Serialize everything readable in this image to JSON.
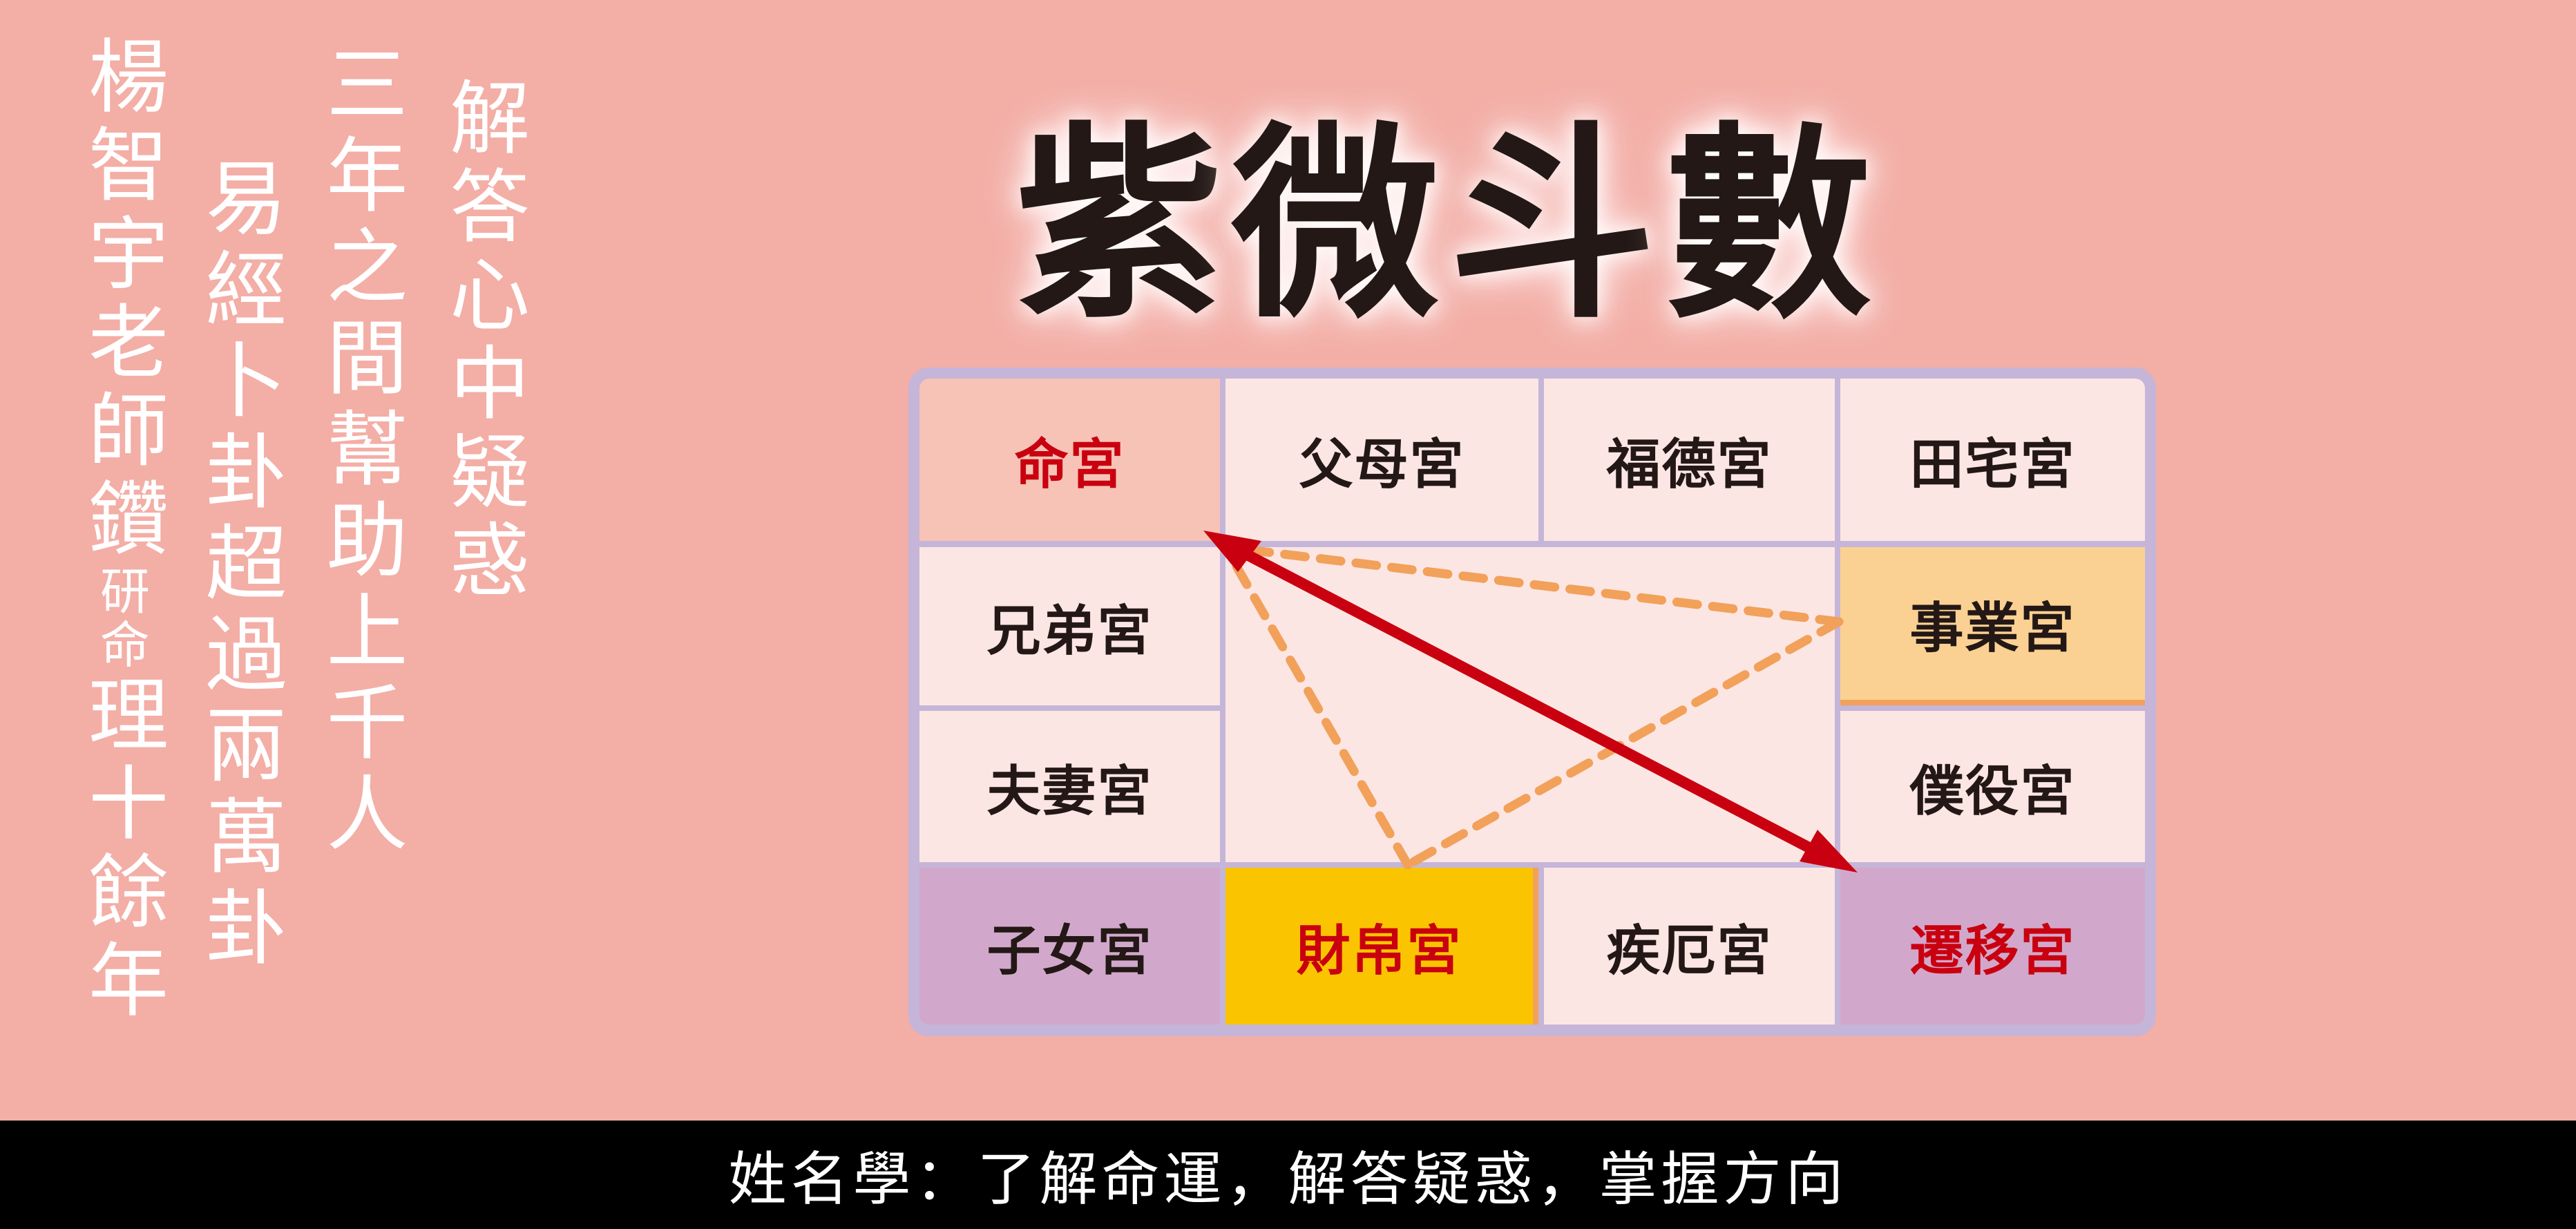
{
  "background_color": "#F3AEA6",
  "left_text": {
    "columns": [
      {
        "id": "col-1",
        "text": "解答心中疑惑"
      },
      {
        "id": "col-2",
        "text": "三年之間幫助上千人"
      },
      {
        "id": "col-3",
        "text": "易經卜卦超過兩萬卦"
      },
      {
        "id": "col-4",
        "text_main_1": "楊智宇老師鑽",
        "text_small": "研命",
        "text_main_2": "理十餘年"
      }
    ]
  },
  "title": {
    "chars": [
      "紫",
      "微",
      "斗",
      "數"
    ],
    "color": "#231815"
  },
  "chart": {
    "border_color": "#C5B5D8",
    "palaces": [
      {
        "name": "命宮",
        "row": 1,
        "col": 1,
        "bg": "#F6C3B6",
        "text_color": "#C9000F",
        "highlight": true
      },
      {
        "name": "父母宮",
        "row": 1,
        "col": 2,
        "bg": "#FCE6E4",
        "text_color": "#231815"
      },
      {
        "name": "福德宮",
        "row": 1,
        "col": 3,
        "bg": "#FCE6E4",
        "text_color": "#231815"
      },
      {
        "name": "田宅宮",
        "row": 1,
        "col": 4,
        "bg": "#FCE6E4",
        "text_color": "#231815"
      },
      {
        "name": "兄弟宮",
        "row": 2,
        "col": 1,
        "bg": "#FCE6E4",
        "text_color": "#231815"
      },
      {
        "name": "事業宮",
        "row": 2,
        "col": 4,
        "bg": "#FAD193",
        "text_color": "#231815",
        "highlight": true
      },
      {
        "name": "夫妻宮",
        "row": 3,
        "col": 1,
        "bg": "#FCE6E4",
        "text_color": "#231815"
      },
      {
        "name": "僕役宮",
        "row": 3,
        "col": 4,
        "bg": "#FCE6E4",
        "text_color": "#231815"
      },
      {
        "name": "子女宮",
        "row": 4,
        "col": 1,
        "bg": "#D1A8CB",
        "text_color": "#231815"
      },
      {
        "name": "財帛宮",
        "row": 4,
        "col": 2,
        "bg": "#FAC500",
        "text_color": "#C9000F",
        "highlight": true
      },
      {
        "name": "疾厄宮",
        "row": 4,
        "col": 3,
        "bg": "#FCE6E4",
        "text_color": "#231815"
      },
      {
        "name": "遷移宮",
        "row": 4,
        "col": 4,
        "bg": "#D1A8CB",
        "text_color": "#C9000F",
        "highlight": true
      }
    ],
    "center_bg": "#FCE6E4",
    "arrow": {
      "from": "命宮",
      "to": "遷移宮",
      "color": "#C9000F",
      "double_headed": true
    },
    "triangle": {
      "vertices": [
        "命宮",
        "事業宮",
        "財帛宮"
      ],
      "color": "#F2A15A",
      "style": "dashed"
    }
  },
  "bottom_bar": {
    "text": "姓名學：了解命運，解答疑惑，掌握方向",
    "bg": "#000000",
    "text_color": "#FFFFFF"
  }
}
